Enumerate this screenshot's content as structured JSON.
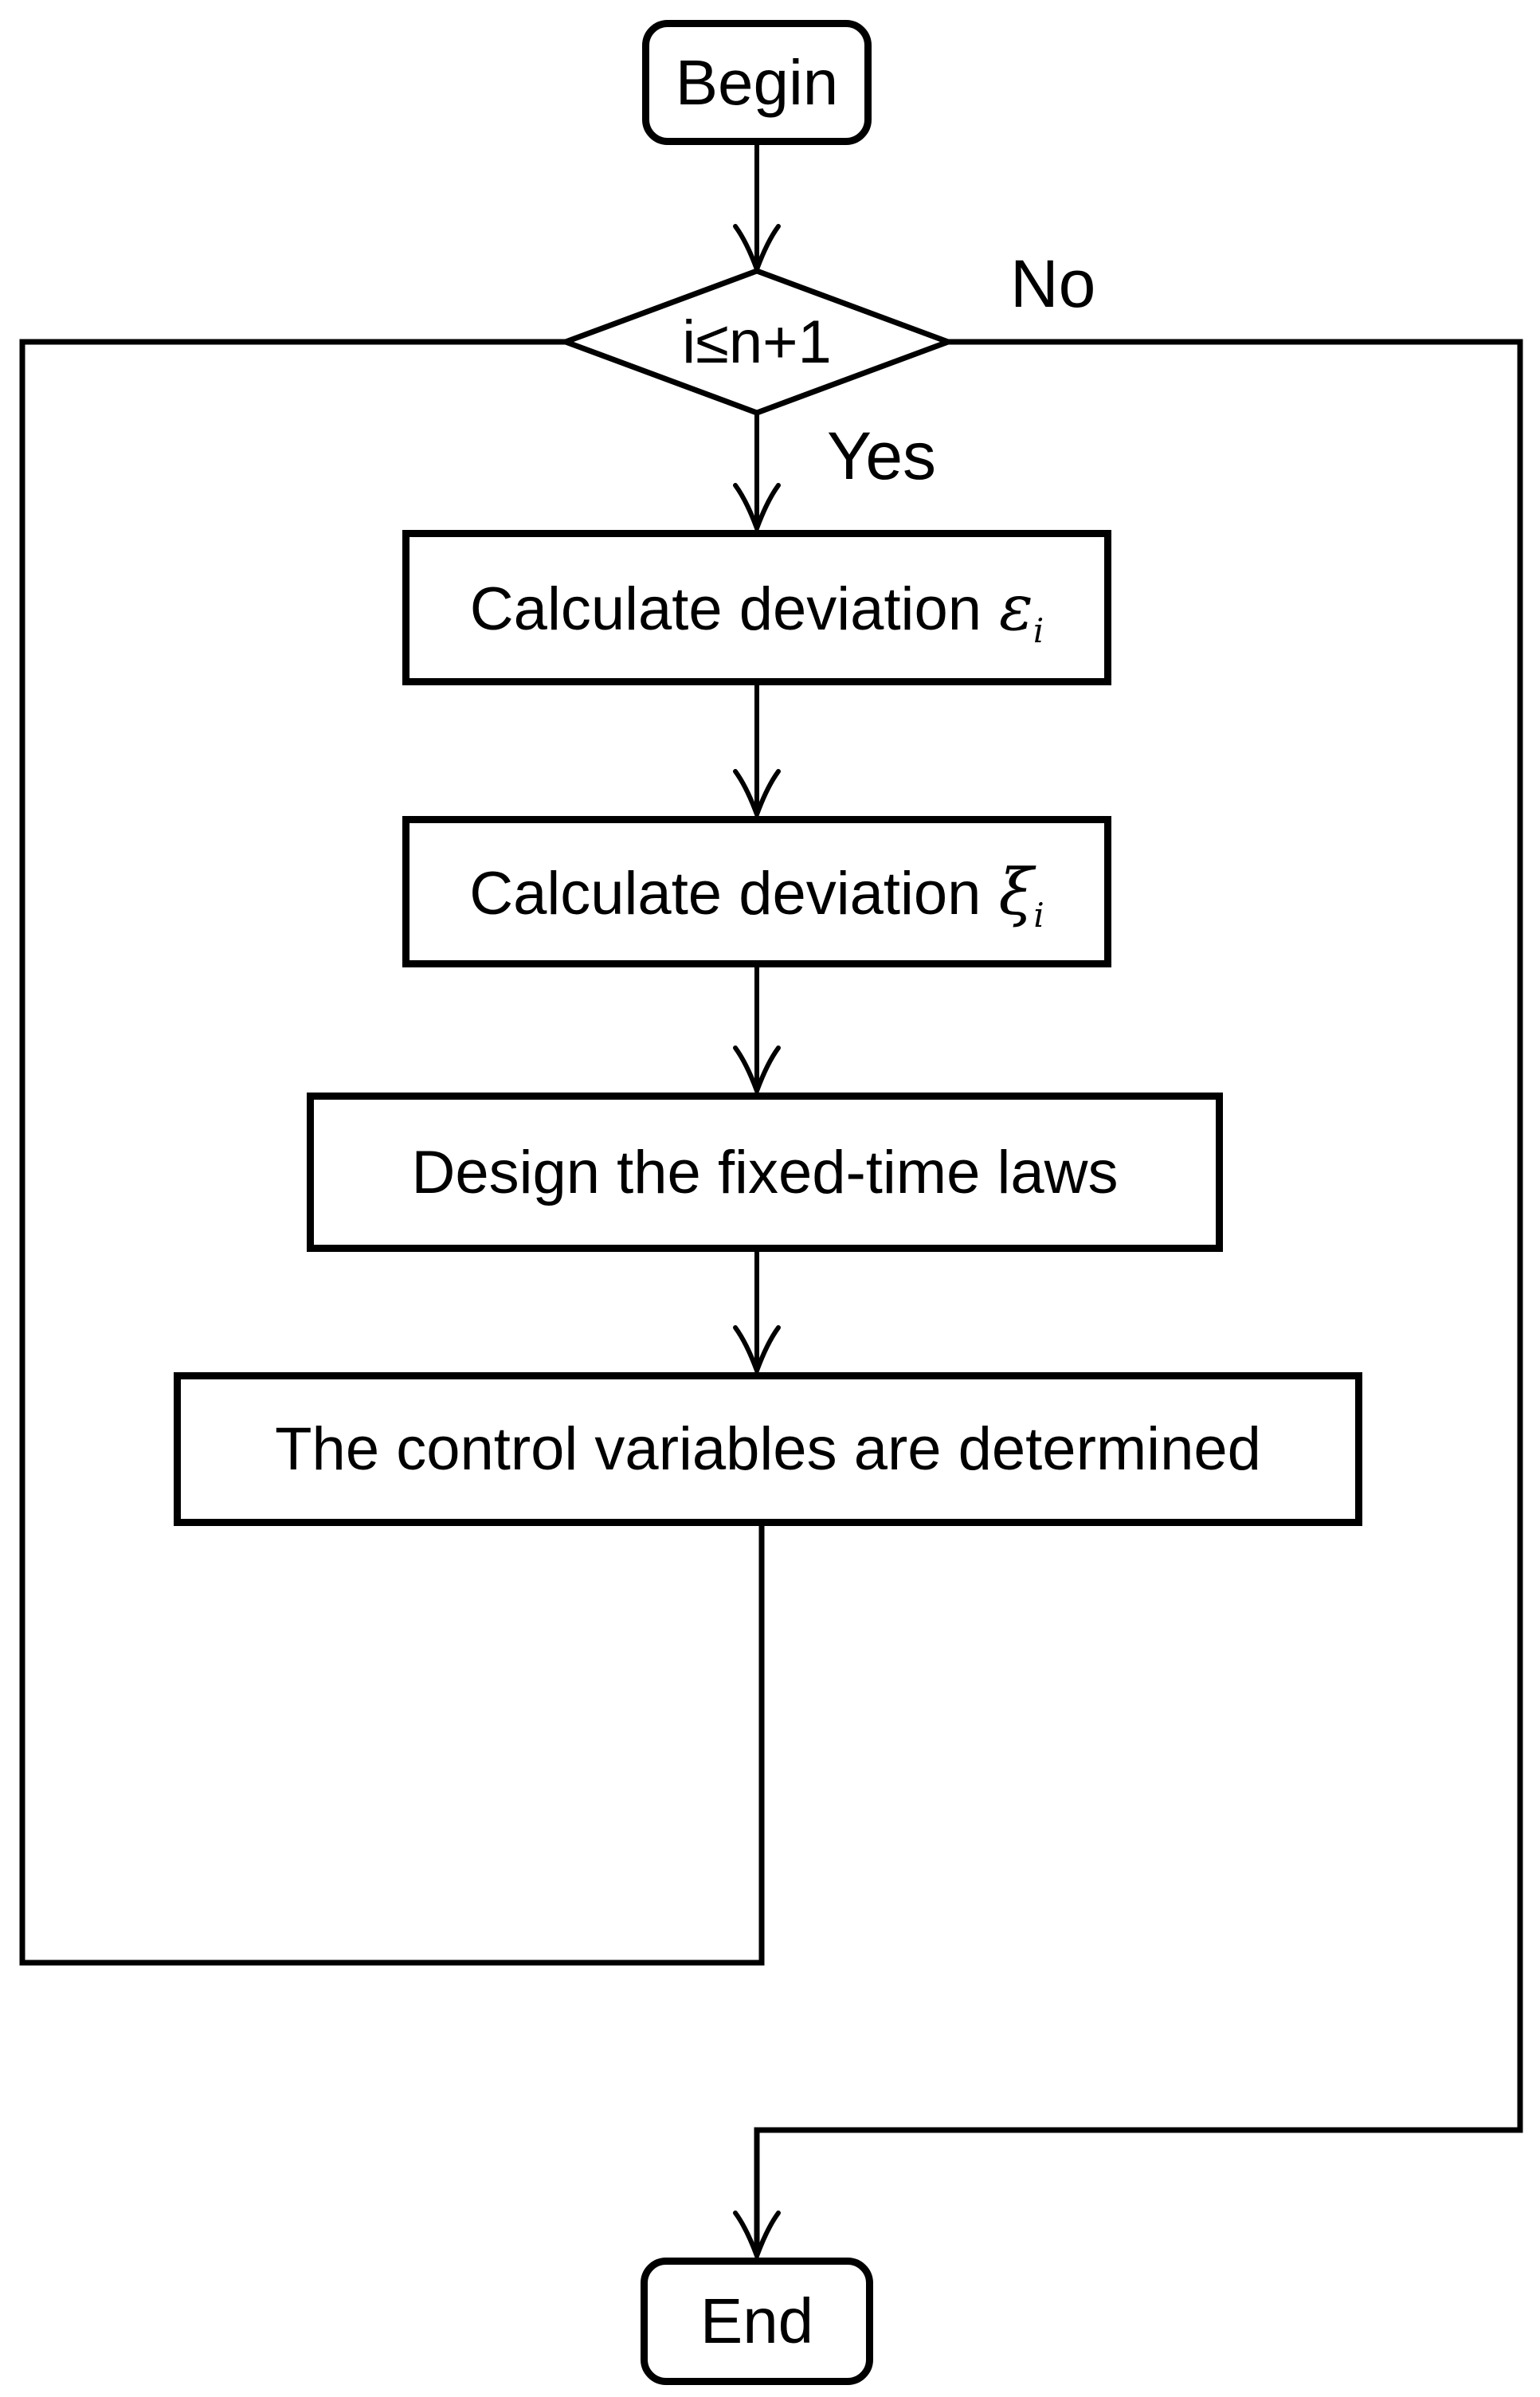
{
  "colors": {
    "background": "#ffffff",
    "stroke": "#000000",
    "text": "#000000"
  },
  "nodes": {
    "begin": {
      "type": "terminal",
      "label": "Begin"
    },
    "decision": {
      "type": "decision",
      "label": "i≤n+1"
    },
    "calc_epsilon": {
      "type": "process",
      "text": "Calculate deviation",
      "symbol": "ε",
      "subscript": "i"
    },
    "calc_xi": {
      "type": "process",
      "text": "Calculate deviation",
      "symbol": "ξ",
      "subscript": "i"
    },
    "design_laws": {
      "type": "process",
      "label": "Design the fixed-time laws"
    },
    "control_vars": {
      "type": "process",
      "label": "The control variables are determined"
    },
    "end": {
      "type": "terminal",
      "label": "End"
    }
  },
  "edges": [
    {
      "from": "begin",
      "to": "decision",
      "label": ""
    },
    {
      "from": "decision",
      "to": "calc_epsilon",
      "label": "Yes"
    },
    {
      "from": "calc_epsilon",
      "to": "calc_xi",
      "label": ""
    },
    {
      "from": "calc_xi",
      "to": "design_laws",
      "label": ""
    },
    {
      "from": "design_laws",
      "to": "control_vars",
      "label": ""
    },
    {
      "from": "control_vars",
      "to": "decision",
      "label": ""
    },
    {
      "from": "decision",
      "to": "end",
      "label": "No"
    }
  ]
}
